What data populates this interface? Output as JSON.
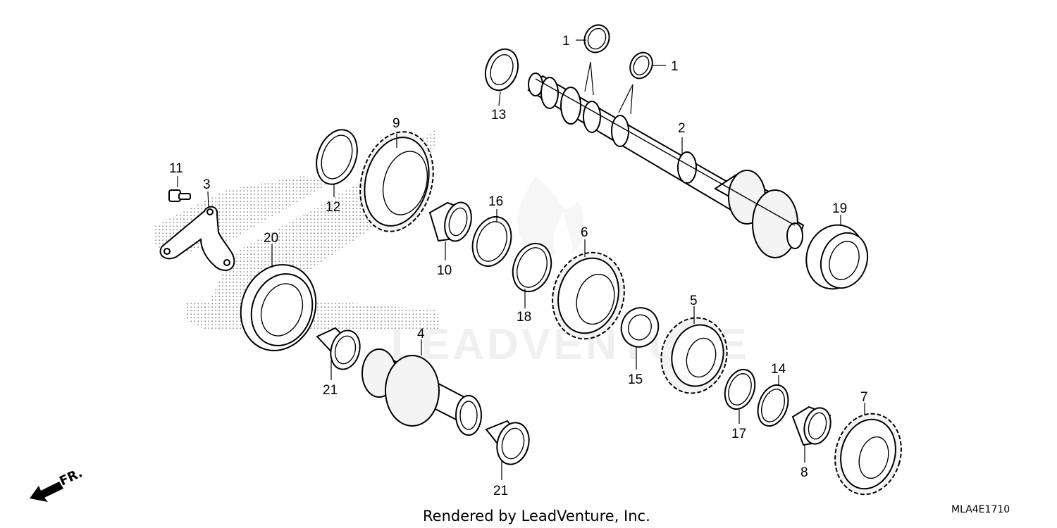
{
  "callouts": [
    {
      "id": "c1a",
      "text": "1"
    },
    {
      "id": "c1b",
      "text": "1"
    },
    {
      "id": "c2",
      "text": "2"
    },
    {
      "id": "c3",
      "text": "3"
    },
    {
      "id": "c4",
      "text": "4"
    },
    {
      "id": "c5",
      "text": "5"
    },
    {
      "id": "c6",
      "text": "6"
    },
    {
      "id": "c7",
      "text": "7"
    },
    {
      "id": "c8",
      "text": "8"
    },
    {
      "id": "c9",
      "text": "9"
    },
    {
      "id": "c10",
      "text": "10"
    },
    {
      "id": "c11",
      "text": "11"
    },
    {
      "id": "c12",
      "text": "12"
    },
    {
      "id": "c13",
      "text": "13"
    },
    {
      "id": "c14",
      "text": "14"
    },
    {
      "id": "c15",
      "text": "15"
    },
    {
      "id": "c16",
      "text": "16"
    },
    {
      "id": "c17",
      "text": "17"
    },
    {
      "id": "c18",
      "text": "18"
    },
    {
      "id": "c19",
      "text": "19"
    },
    {
      "id": "c20",
      "text": "20"
    },
    {
      "id": "c21a",
      "text": "21"
    },
    {
      "id": "c21b",
      "text": "21"
    }
  ],
  "footer": {
    "rendered_by": "Rendered by LeadVenture, Inc.",
    "diagram_code": "MLA4E1710"
  },
  "direction": {
    "label": "FR.",
    "icon": "front-direction-arrow-icon"
  },
  "watermark": {
    "text": "LEADVENTURE",
    "icon": "flame-logo-icon"
  }
}
